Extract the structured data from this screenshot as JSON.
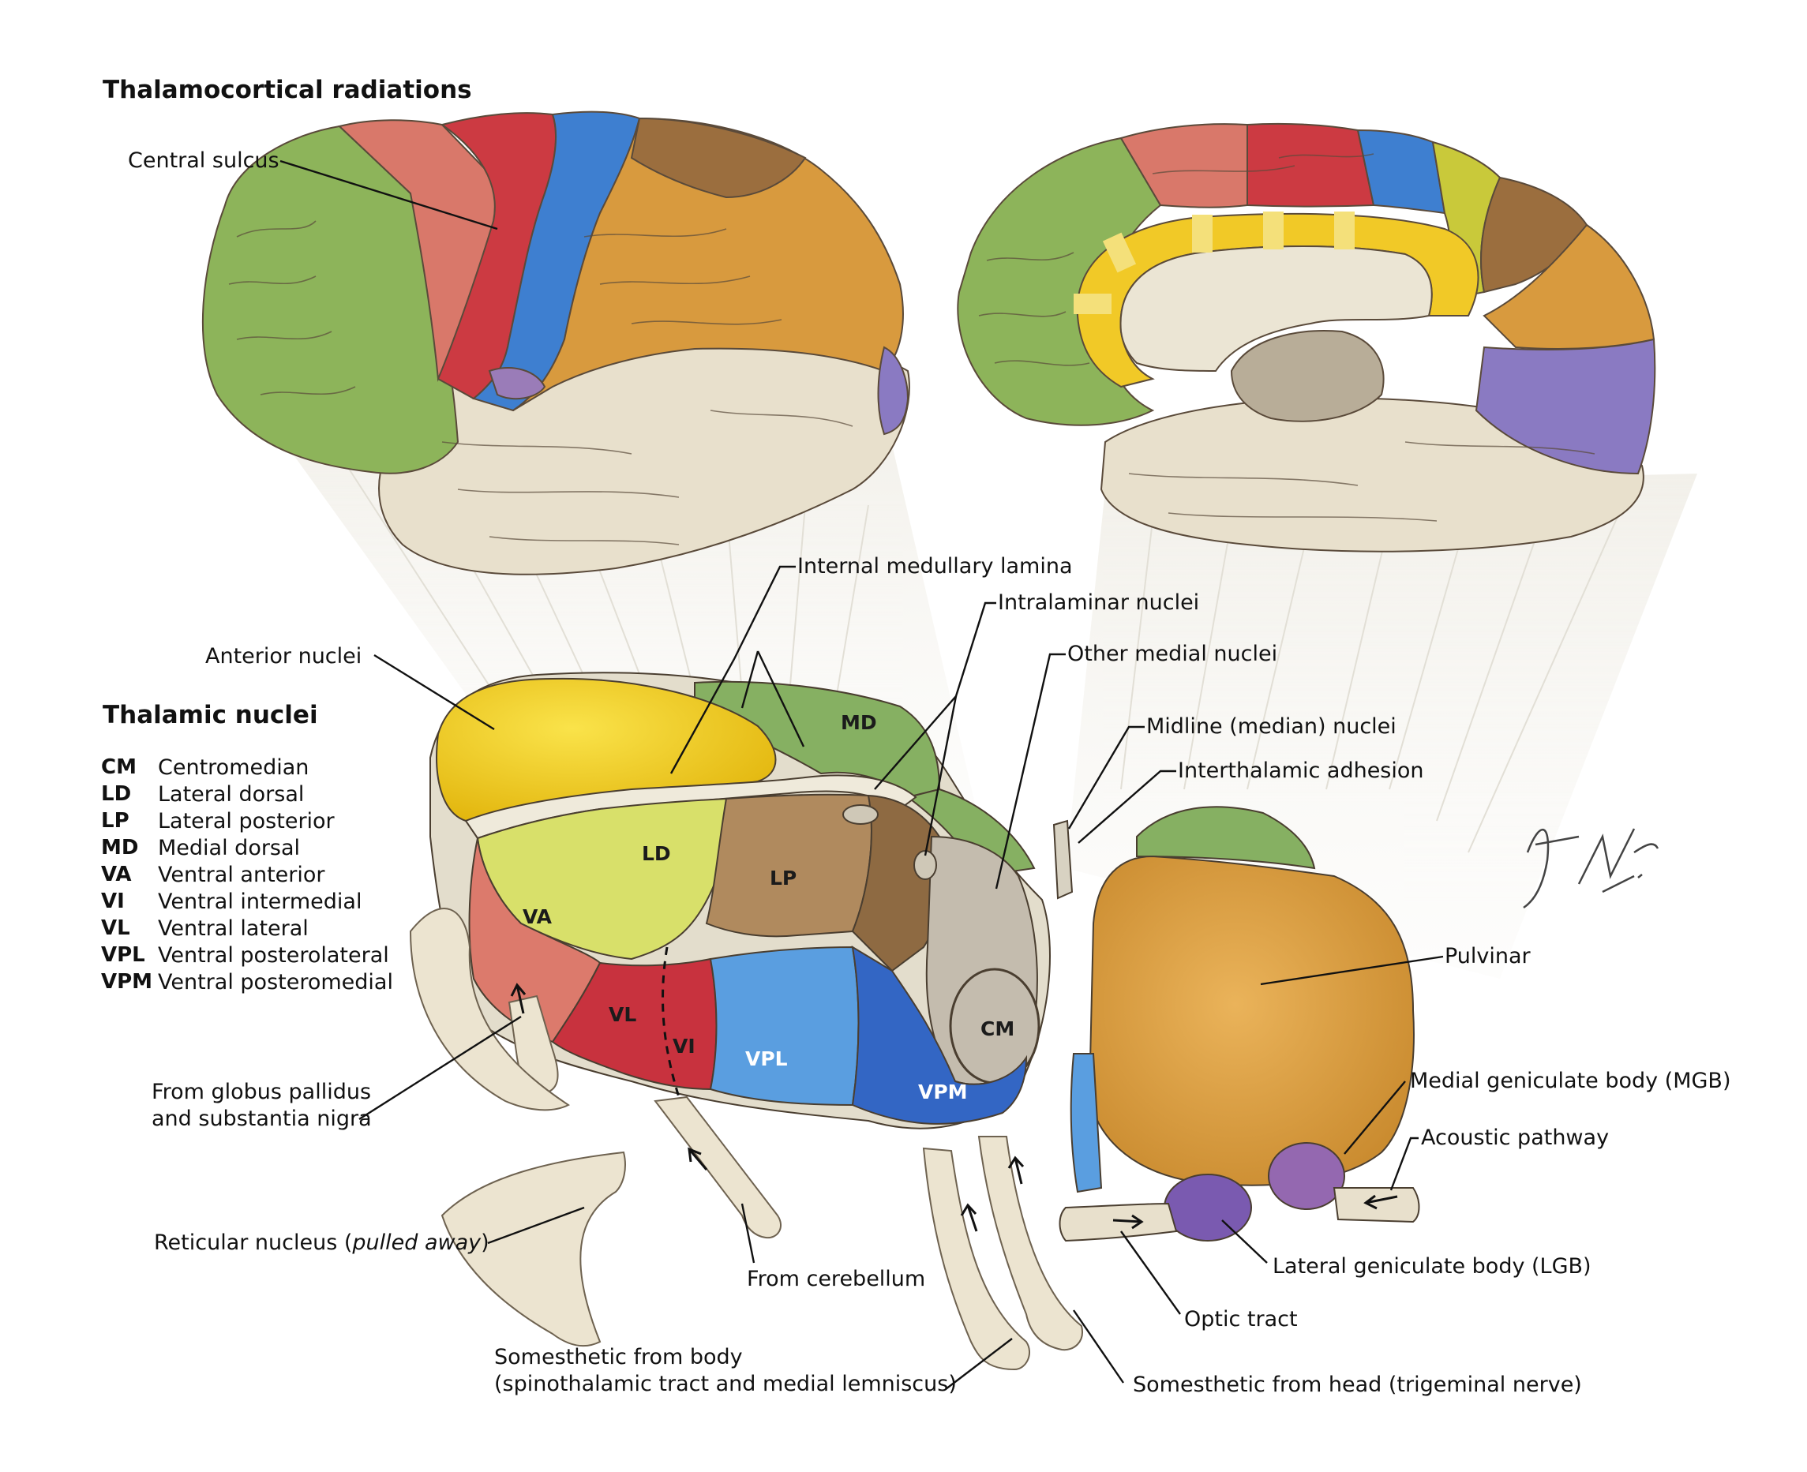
{
  "headings": {
    "radiations": "Thalamocortical radiations",
    "nuclei": "Thalamic nuclei"
  },
  "legend": [
    {
      "abbr": "CM",
      "name": "Centromedian"
    },
    {
      "abbr": "LD",
      "name": "Lateral dorsal"
    },
    {
      "abbr": "LP",
      "name": "Lateral posterior"
    },
    {
      "abbr": "MD",
      "name": "Medial dorsal"
    },
    {
      "abbr": "VA",
      "name": "Ventral anterior"
    },
    {
      "abbr": "VI",
      "name": "Ventral intermedial"
    },
    {
      "abbr": "VL",
      "name": "Ventral lateral"
    },
    {
      "abbr": "VPL",
      "name": "Ventral posterolateral"
    },
    {
      "abbr": "VPM",
      "name": "Ventral posteromedial"
    }
  ],
  "regions": {
    "md": "MD",
    "ld": "LD",
    "lp": "LP",
    "va": "VA",
    "vl": "VL",
    "vi": "VI",
    "vpl": "VPL",
    "vpm": "VPM",
    "cm": "CM"
  },
  "labels": {
    "central_sulcus": "Central sulcus",
    "internal_medullary_lamina": "Internal medullary lamina",
    "intralaminar_nuclei": "Intralaminar nuclei",
    "other_medial_nuclei": "Other medial nuclei",
    "anterior_nuclei": "Anterior nuclei",
    "midline_nuclei": "Midline (median) nuclei",
    "interthalamic_adhesion": "Interthalamic adhesion",
    "pulvinar": "Pulvinar",
    "mgb": "Medial geniculate body (MGB)",
    "acoustic_pathway": "Acoustic pathway",
    "lgb": "Lateral geniculate body (LGB)",
    "optic_tract": "Optic tract",
    "globus_line1": "From globus pallidus",
    "globus_line2": "and substantia nigra",
    "reticular_pre": "Reticular nucleus (",
    "reticular_italic": "pulled away",
    "reticular_post": ")",
    "from_cerebellum": "From cerebellum",
    "soma_body_line1": "Somesthetic from body",
    "soma_body_line2": "(spinothalamic tract and medial lemniscus)",
    "soma_head": "Somesthetic from head (trigeminal nerve)"
  },
  "signature": "F. Netter M.D.",
  "colors": {
    "frontal_green": "#8db45a",
    "motor_red": "#cc3a42",
    "premotor_salmon": "#d9786a",
    "somatosensory_blue": "#3e7fd0",
    "parietal_orange": "#d89a3e",
    "parietal_brown": "#9b6e3e",
    "temporal_cream": "#e8e0cc",
    "occipital_purple": "#8a7ac2",
    "cingulate_yellow": "#f1c927",
    "anterior_yellow": "#f3d21c",
    "ld_yellowgreen": "#d8e06a",
    "lp_tan": "#b08a5e",
    "md_green": "#86b062",
    "va_salmon": "#dc7a6c",
    "vl_red": "#c8323e",
    "vpl_lightblue": "#5a9ee0",
    "vpm_blue": "#3366c4",
    "cm_gray": "#c4bcae",
    "pulvinar_orange": "#e2a548",
    "geniculate_purple": "#7a5ab0"
  }
}
